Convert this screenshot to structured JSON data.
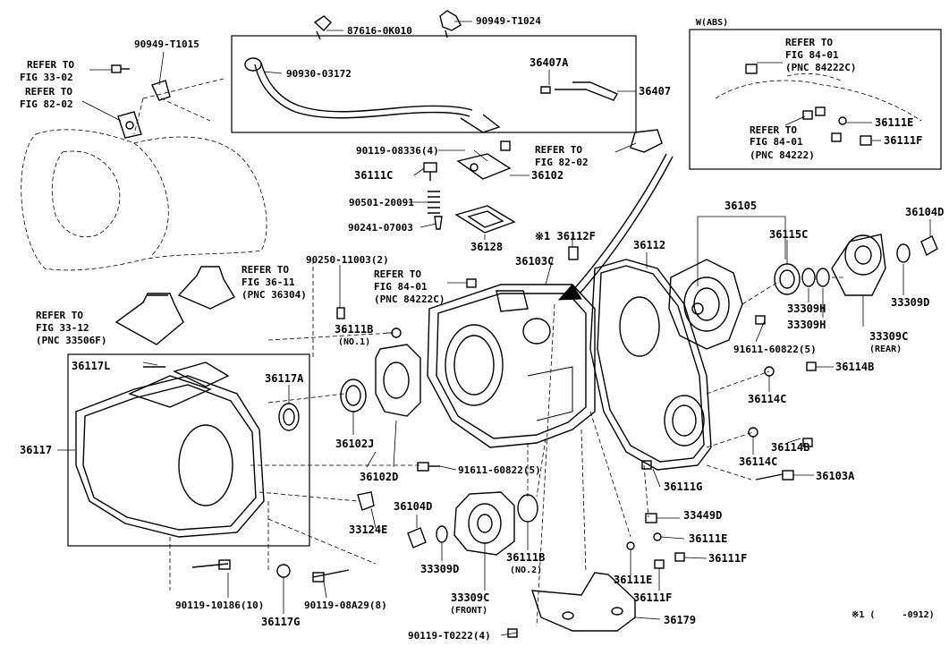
{
  "labels": {
    "l90949_t1015": "90949-T1015",
    "refer_fig_33_02_a": "REFER TO",
    "refer_fig_33_02_b": "FIG 33-02",
    "refer_fig_82_02_a": "REFER TO",
    "refer_fig_82_02_b": "FIG 82-02",
    "l87616": "87616-0K010",
    "l90949_t1024": "90949-T1024",
    "l90930": "90930-03172",
    "l36407a": "36407A",
    "l36407": "36407",
    "w_abs": "W(ABS)",
    "abs_refer_1a": "REFER TO",
    "abs_refer_1b": "FIG 84-01",
    "abs_refer_1c": "(PNC 84222C)",
    "abs_refer_2a": "REFER TO",
    "abs_refer_2b": "FIG 84-01",
    "abs_refer_2c": "(PNC 84222)",
    "l36111e_abs": "36111E",
    "l36111f_abs": "36111F",
    "l90119_08336": "90119-08336(4)",
    "l36111c": "36111C",
    "l36102": "36102",
    "refer_82_02_mid_a": "REFER TO",
    "refer_82_02_mid_b": "FIG 82-02",
    "l90501": "90501-20091",
    "l90241": "90241-07003",
    "l36128": "36128",
    "l36112f": "※1 36112F",
    "l36112": "36112",
    "l36105": "36105",
    "l36104d_r": "36104D",
    "l36115c": "36115C",
    "l36103c": "36103C",
    "l90250": "90250-11003(2)",
    "refer_84_01_mid_a": "REFER TO",
    "refer_84_01_mid_b": "FIG 84-01",
    "refer_84_01_mid_c": "(PNC 84222C)",
    "refer_36_11_a": "REFER TO",
    "refer_36_11_b": "FIG 36-11",
    "refer_36_11_c": "(PNC 36304)",
    "refer_33_12_a": "REFER TO",
    "refer_33_12_b": "FIG 33-12",
    "refer_33_12_c": "(PNC 33506F)",
    "l33309h_a": "33309H",
    "l33309h_b": "33309H",
    "l33309d_r": "33309D",
    "l33309c_rear": "33309C",
    "rear": "(REAR)",
    "l91611_r": "91611-60822(5)",
    "l36111b_no1": "36111B",
    "no1": "(NO.1)",
    "l36117l": "36117L",
    "l36117a": "36117A",
    "l36117": "36117",
    "l36114b_a": "36114B",
    "l36114c_a": "36114C",
    "l36114b_b": "36114B",
    "l36114c_b": "36114C",
    "l36103a": "36103A",
    "l36102j": "36102J",
    "l36102d": "36102D",
    "l91611_m": "91611-60822(5)",
    "l36111g": "36111G",
    "l33124e": "33124E",
    "l36104d_l": "36104D",
    "l33449d": "33449D",
    "l36111e_a": "36111E",
    "l36111f_a": "36111F",
    "l33309d_l": "33309D",
    "l36111b_no2": "36111B",
    "no2": "(NO.2)",
    "l36111e_b": "36111E",
    "l36111f_b": "36111F",
    "l33309c_front": "33309C",
    "front": "(FRONT)",
    "l90119_10186": "90119-10186(10)",
    "l90119_08a29": "90119-08A29(8)",
    "l36117g": "36117G",
    "l90119_t0222": "90119-T0222(4)",
    "l36179": "36179",
    "footnote": "※1 (     -0912)"
  }
}
